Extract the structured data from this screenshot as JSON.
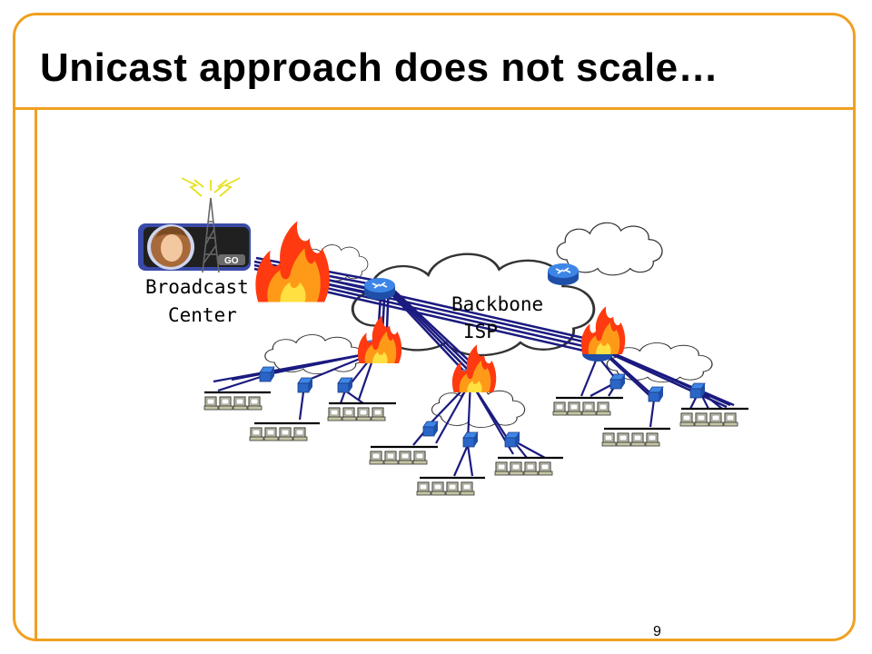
{
  "slide": {
    "title": "Unicast approach does not scale…",
    "page_number": "9"
  },
  "diagram": {
    "broadcast_label_line1": "Broadcast",
    "broadcast_label_line2": "Center",
    "backbone_label_line1": "Backbone",
    "backbone_label_line2": "ISP",
    "player_button": "GO"
  },
  "colors": {
    "frame_accent": "#f0a020",
    "link": "#1a1a80",
    "router": "#2a6fd6",
    "fire": "#ff4010",
    "cloud_stroke": "#333333"
  }
}
